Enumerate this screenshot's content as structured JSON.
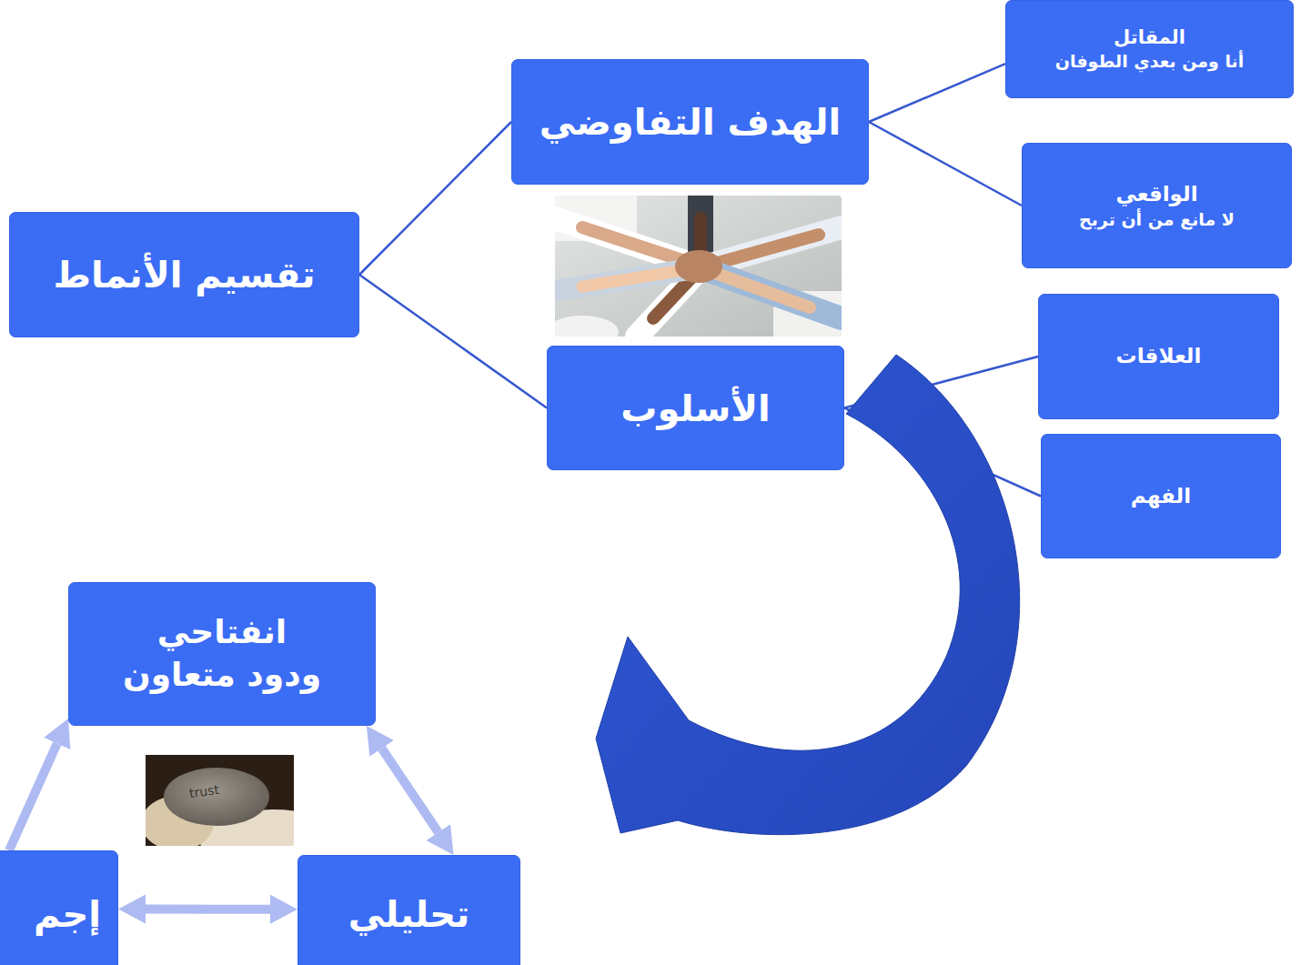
{
  "diagram": {
    "nodes": [
      {
        "text": [
          "المقاتل",
          "أنا ومن بعدي الطوفان"
        ]
      },
      {
        "text": [
          "الواقعي",
          "لا مانع من أن تربح"
        ]
      },
      {
        "text": [
          "الهدف التفاوضي"
        ]
      },
      {
        "text": [
          "تقسيم الأنماط"
        ]
      },
      {
        "text": [
          "العلاقات"
        ]
      },
      {
        "text": [
          "الأسلوب"
        ]
      },
      {
        "text": [
          "الفهم"
        ]
      },
      {
        "text": [
          "انفتاحي",
          "ودود متعاون"
        ]
      },
      {
        "text": [
          "إجم"
        ]
      },
      {
        "text": [
          "تحليلي"
        ]
      }
    ],
    "edges": [
      {
        "from": 3,
        "to": 2,
        "arrow": "none"
      },
      {
        "from": 3,
        "to": 5,
        "arrow": "none"
      },
      {
        "from": 2,
        "to": 0,
        "arrow": "none"
      },
      {
        "from": 2,
        "to": 1,
        "arrow": "none"
      },
      {
        "from": 5,
        "to": 4,
        "arrow": "none"
      },
      {
        "from": 5,
        "to": 6,
        "arrow": "none"
      },
      {
        "from": 7,
        "to": 9,
        "arrow": "both"
      },
      {
        "from": 9,
        "to": 8,
        "arrow": "both"
      },
      {
        "from": 8,
        "to": 7,
        "arrow": "to"
      }
    ],
    "labels": [
      "trust"
    ]
  }
}
